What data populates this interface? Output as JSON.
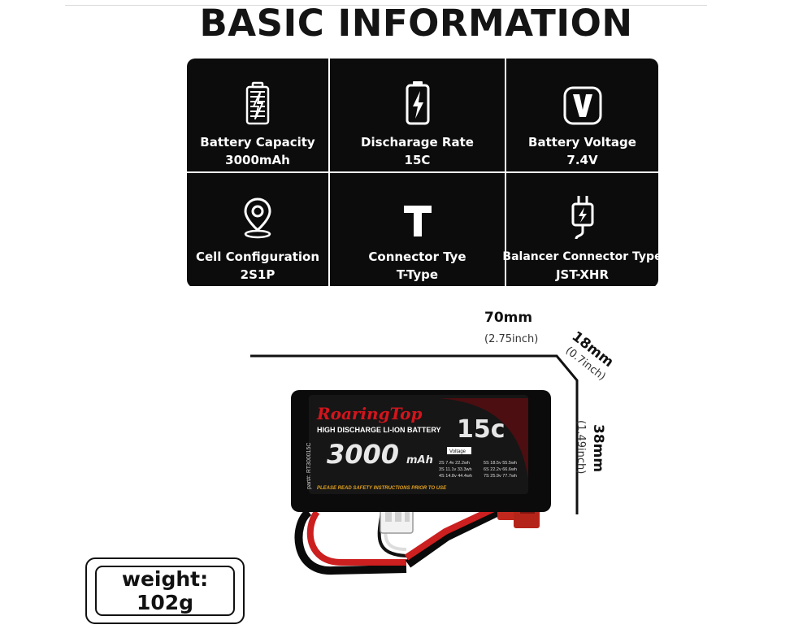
{
  "title": "BASIC INFORMATION",
  "specs": [
    {
      "label": "Battery Capacity",
      "value": "3000mAh",
      "icon": "battery-bolt-icon"
    },
    {
      "label": "Discharage Rate",
      "value": "15C",
      "icon": "bolt-battery-icon"
    },
    {
      "label": "Battery Voltage",
      "value": "7.4V",
      "icon": "voltage-v-icon"
    },
    {
      "label": "Cell Configuration",
      "value": "2S1P",
      "icon": "location-pin-icon"
    },
    {
      "label": "Connector Tye",
      "value": "T-Type",
      "icon": "t-letter-icon"
    },
    {
      "label": "Balancer Connector Type",
      "value": "JST-XHR",
      "icon": "plug-cable-icon"
    }
  ],
  "dimensions": {
    "length": "70mm",
    "length_inch": "(2.75inch)",
    "width": "18mm",
    "width_inch": "(0.7inch)",
    "height": "38mm",
    "height_inch": "(1.49inch)"
  },
  "battery_label": {
    "brand": "RoaringTop",
    "subtitle": "HIGH DISCHARGE LI-ION BATTERY",
    "rate": "15c",
    "capacity": "3000",
    "capacity_unit": "mAh",
    "part": "part#: RT300015C",
    "voltage_title": "Voltage",
    "voltage_table": [
      "2S 7.4v 22.2wh",
      "3S 11.1v 33.3wh",
      "4S 14.8v 44.4wh",
      "5S 18.5v 55.5wh",
      "6S 22.2v 66.6wh",
      "7S 25.9v 77.7wh"
    ],
    "warning": "PLEASE READ SAFETY INSTRUCTIONS PRIOR TO USE"
  },
  "weight": {
    "label": "weight:",
    "value": "102g"
  },
  "colors": {
    "panel": "#0c0c0c",
    "brand_red": "#c8102e",
    "connector_red": "#c0281e"
  }
}
